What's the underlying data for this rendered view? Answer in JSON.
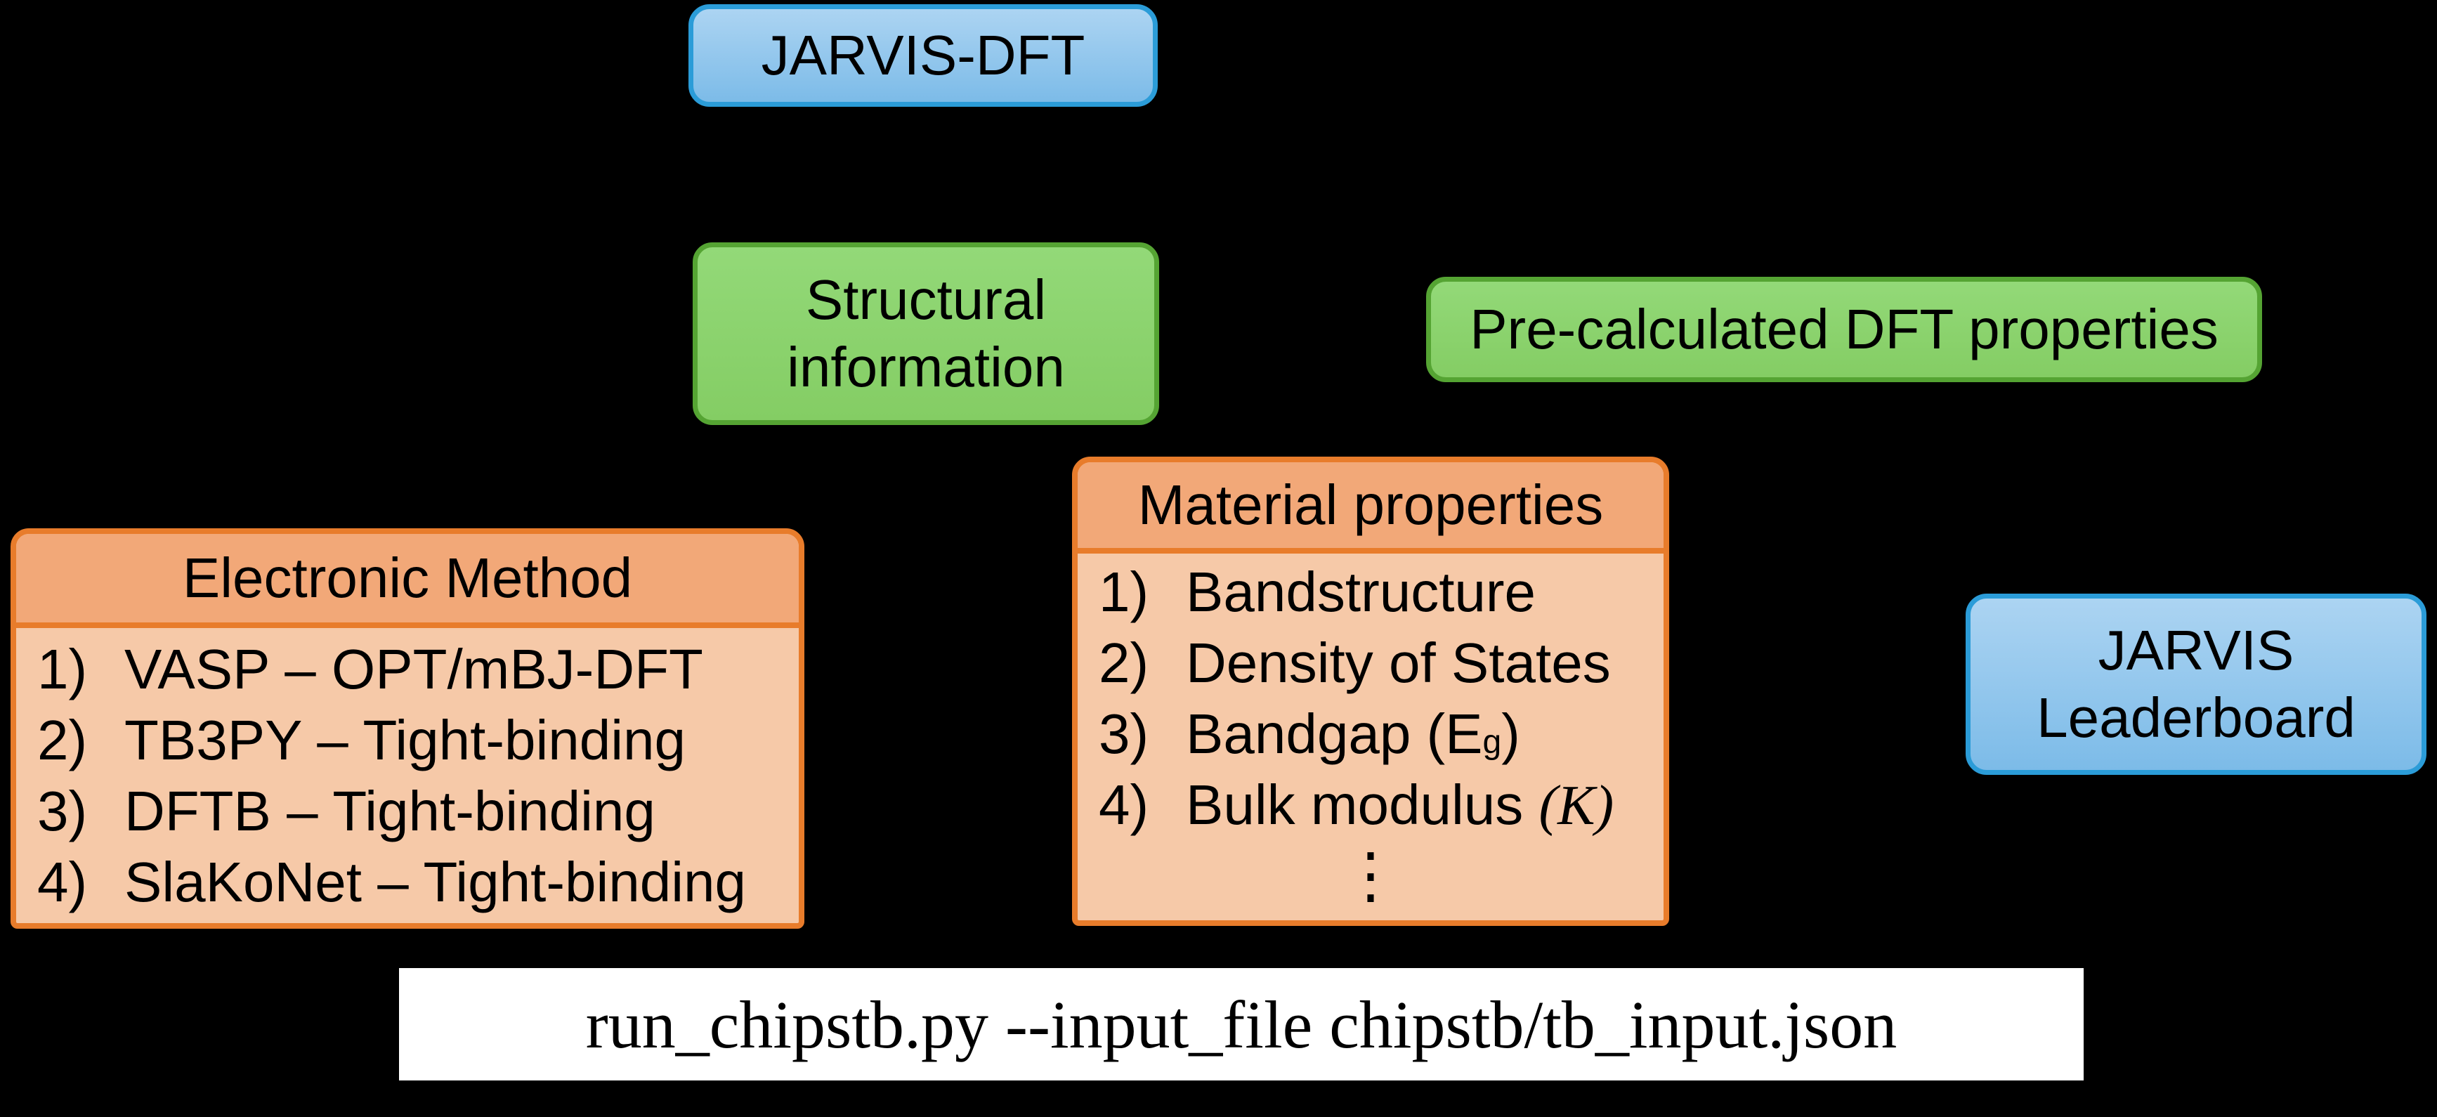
{
  "colors": {
    "bg": "#000000",
    "blue_fill_top": "#ACD4F2",
    "blue_fill_bottom": "#7CBBE8",
    "blue_border": "#2B9CD8",
    "green_fill_top": "#93D978",
    "green_fill_bottom": "#84CD64",
    "green_border": "#55A433",
    "orange_border": "#E87C2B",
    "orange_header": "#F2A878",
    "orange_body": "#F6C9A8",
    "command_bg": "#FFFFFF",
    "text": "#000000"
  },
  "boxes": {
    "jarvis_dft": {
      "label": "JARVIS-DFT"
    },
    "structural": {
      "line1": "Structural",
      "line2": "information"
    },
    "precalc": {
      "label": "Pre-calculated DFT properties"
    },
    "electronic": {
      "title": "Electronic Method",
      "items": [
        {
          "num": "1)",
          "text": "VASP – OPT/mBJ-DFT"
        },
        {
          "num": "2)",
          "text": "TB3PY – Tight-binding"
        },
        {
          "num": "3)",
          "text": "DFTB – Tight-binding"
        },
        {
          "num": "4)",
          "text": "SlaKoNet – Tight-binding"
        }
      ]
    },
    "material": {
      "title": "Material properties",
      "items": [
        {
          "num": "1)",
          "text": "Bandstructure"
        },
        {
          "num": "2)",
          "text": "Density of States"
        },
        {
          "num": "3)",
          "pre": "Bandgap (E",
          "sub": "g",
          "post": ")"
        },
        {
          "num": "4)",
          "pre": "Bulk modulus ",
          "math": "(K)"
        }
      ],
      "ellipsis": "⋮"
    },
    "leaderboard": {
      "line1": "JARVIS",
      "line2": "Leaderboard"
    },
    "command": {
      "text": "run_chipstb.py --input_file chipstb/tb_input.json"
    }
  }
}
